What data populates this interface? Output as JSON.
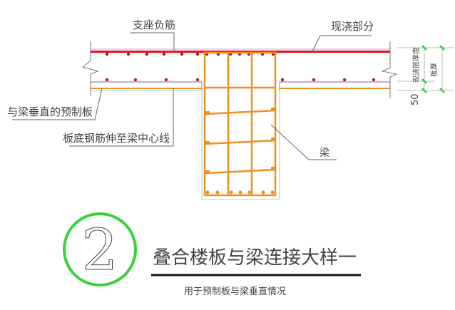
{
  "labels": {
    "support_negative_rebar": "支座负筋",
    "cast_in_place_part": "现浇部分",
    "precast_slab_perpendicular": "与梁垂直的预制板",
    "slab_bottom_rebar": "板底钢筋伸至梁中心线",
    "beam": "梁",
    "cast_layer_thickness": "现浇层厚度",
    "slab_thickness": "板厚",
    "dim_50": "50"
  },
  "title_block": {
    "detail_number": "2",
    "title": "叠合楼板与梁连接大样一",
    "subtitle": "用于预制板与梁垂直情况"
  },
  "colors": {
    "top_rebar": "#e8101a",
    "beam_rebar": "#f0901e",
    "circle": "#3ad23a",
    "dim_ticks": "#32d232",
    "outline": "#7a7a7a",
    "slab_edge_purple": "#8a5ab0",
    "beam_outline_cyan": "#8fd8e0"
  }
}
